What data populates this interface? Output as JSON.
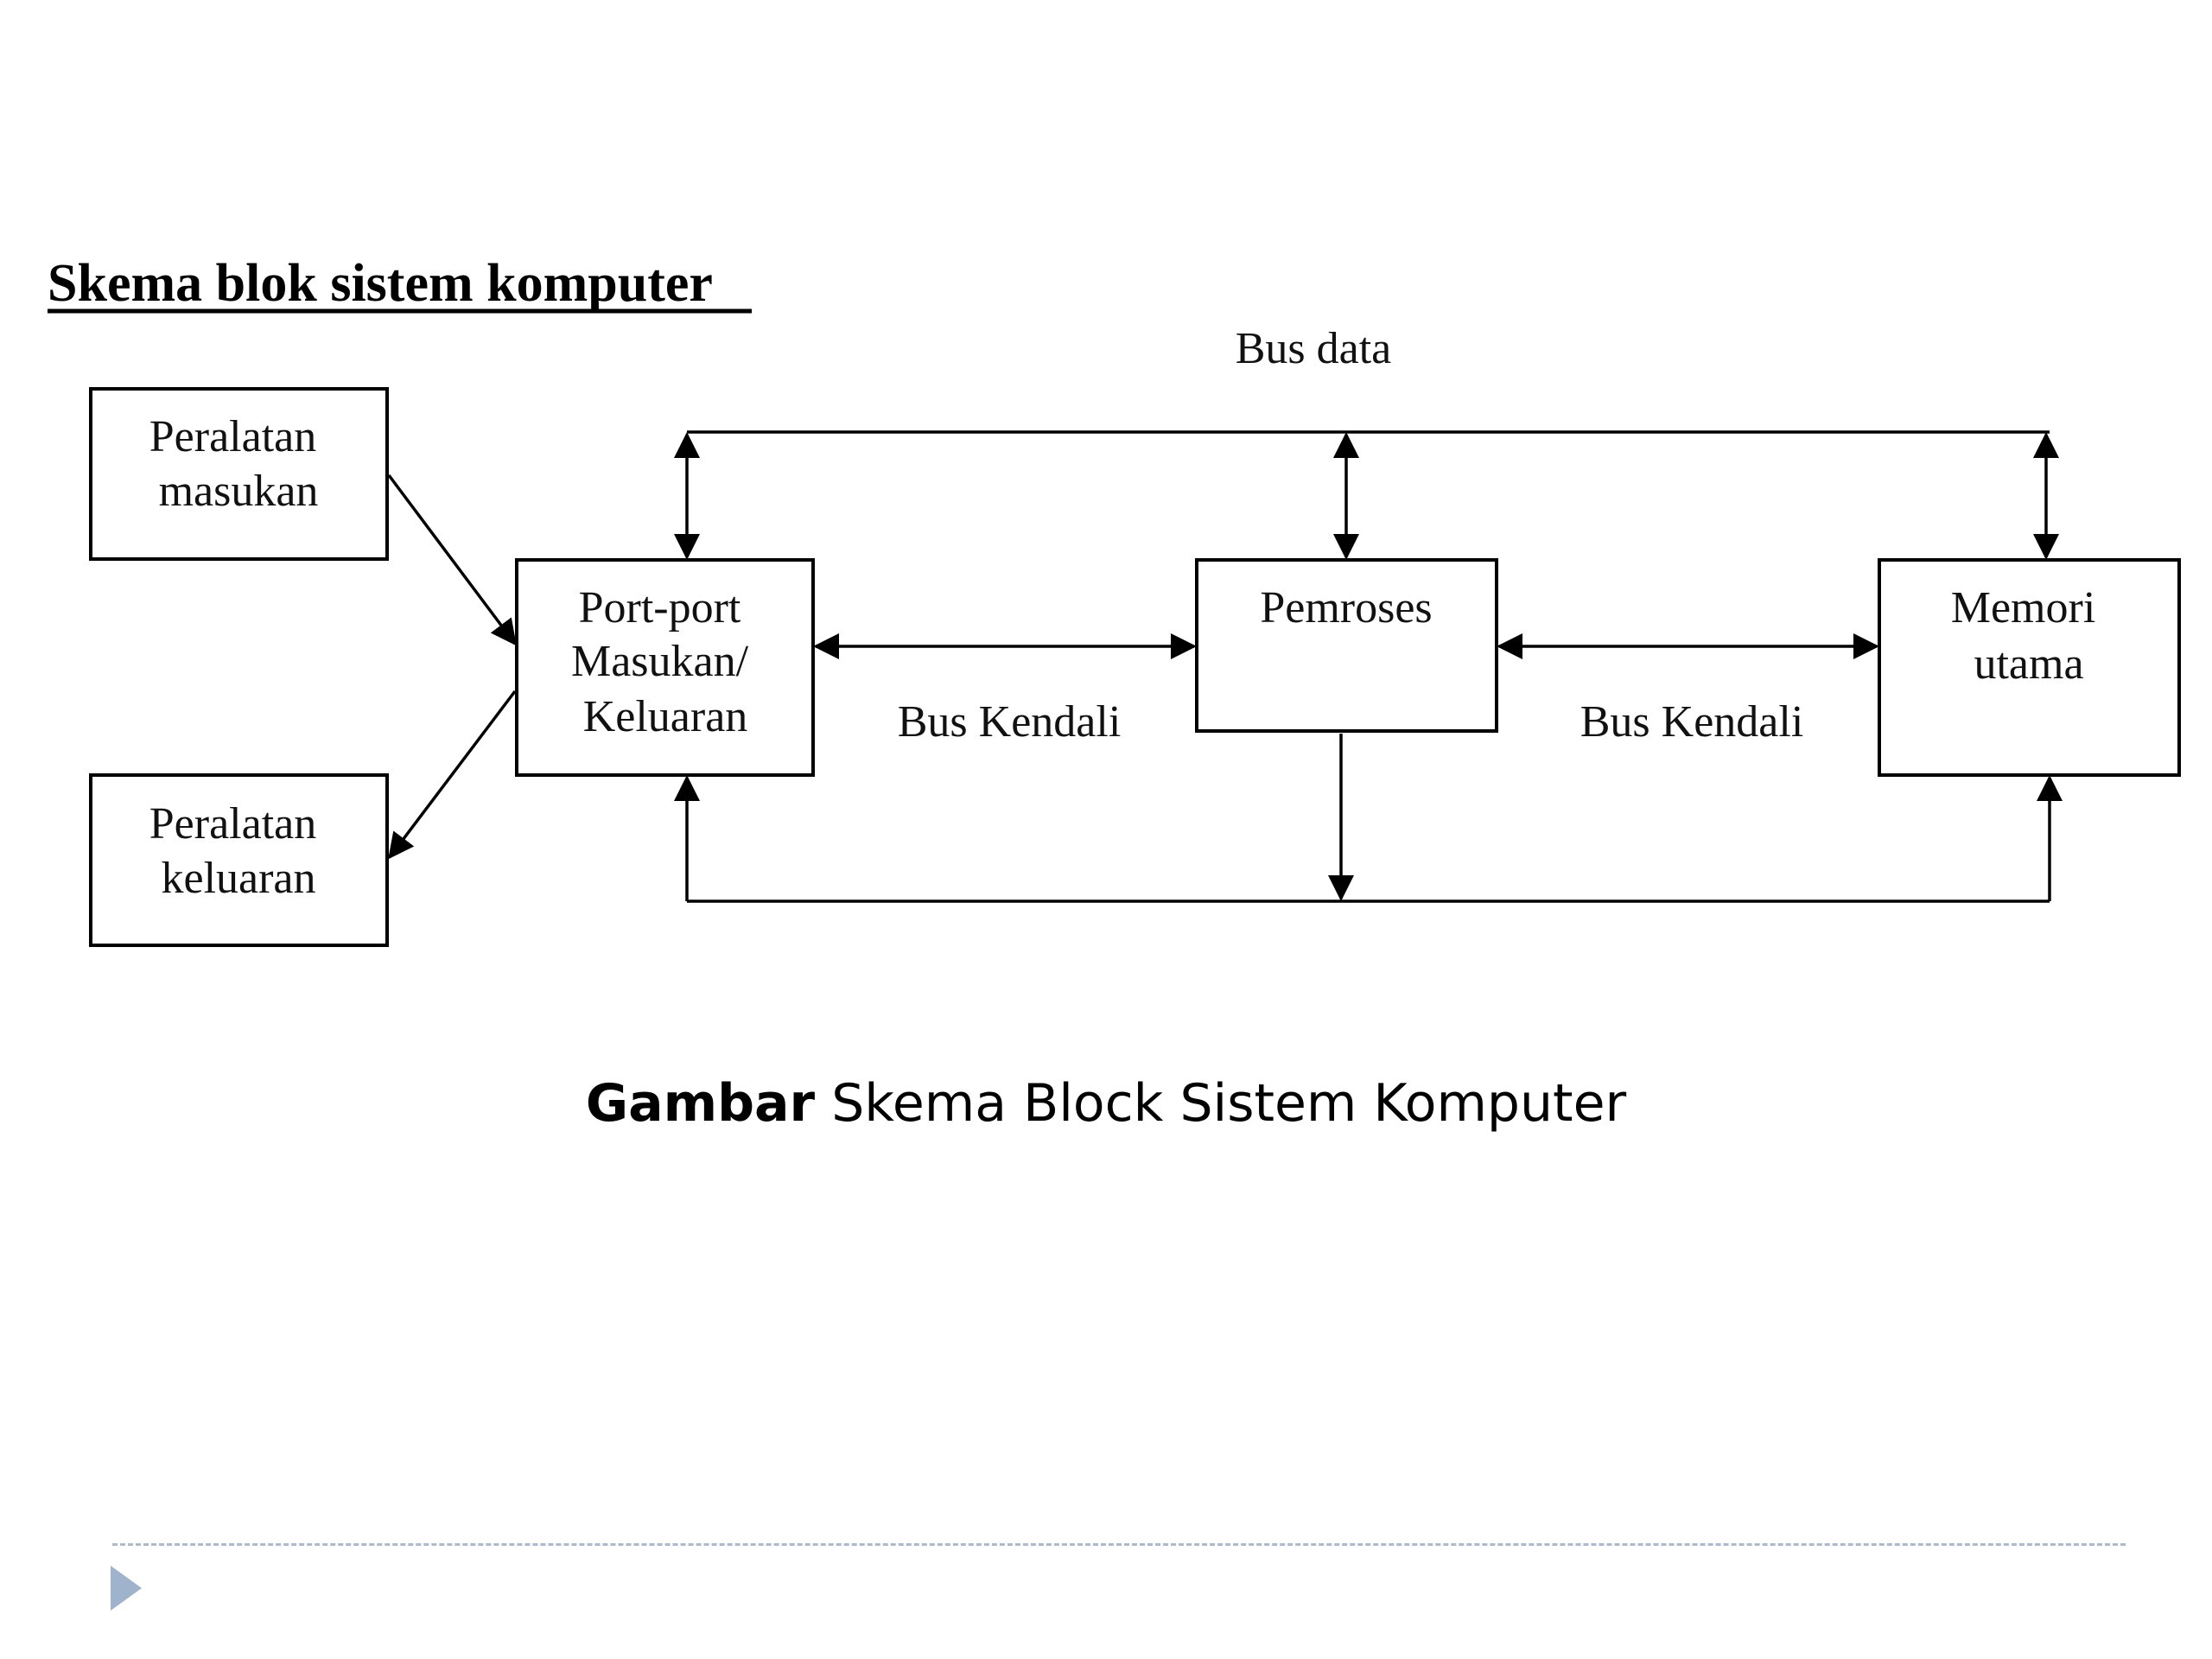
{
  "heading": "Skema blok sistem komputer",
  "labels": {
    "bus_data": "Bus data",
    "bus_kendali_left": "Bus Kendali",
    "bus_kendali_right": "Bus Kendali"
  },
  "blocks": {
    "peralatan_masukan": [
      "Peralatan",
      "masukan"
    ],
    "peralatan_keluaran": [
      "Peralatan",
      "keluaran"
    ],
    "port_io": [
      "Port-port",
      "Masukan/",
      "Keluaran"
    ],
    "pemroses": [
      "Pemroses"
    ],
    "memori_utama": [
      "Memori",
      "utama"
    ]
  },
  "caption": {
    "bold": "Gambar",
    "text": " Skema Block Sistem Komputer"
  },
  "colors": {
    "ink": "#000000",
    "footer_accent": "#9fb3cc"
  },
  "icons": {
    "footer_marker": "triangle-right-icon"
  }
}
